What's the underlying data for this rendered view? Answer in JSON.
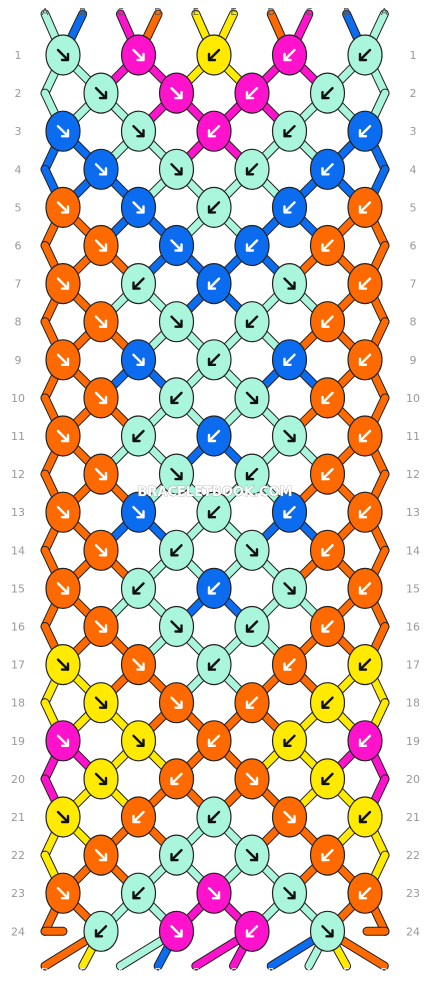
{
  "site_watermark": "BRACELETBOOK.COM",
  "colors": {
    "A": "#aaf6dc",
    "B": "#0b6cf0",
    "C": "#ff12cc",
    "D": "#ff6a00",
    "E": "#ffea00"
  },
  "top_strands": [
    "A",
    "B",
    "C",
    "D",
    "E",
    "E",
    "D",
    "C",
    "B",
    "A"
  ],
  "bottom_strands": [
    "D",
    "E",
    "A",
    "B",
    "C",
    "C",
    "B",
    "A",
    "E",
    "D"
  ],
  "row_labels": [
    "1",
    "2",
    "3",
    "4",
    "5",
    "6",
    "7",
    "8",
    "9",
    "10",
    "11",
    "12",
    "13",
    "14",
    "15",
    "16",
    "17",
    "18",
    "19",
    "20",
    "21",
    "22",
    "23",
    "24"
  ],
  "knot_rows": [
    [
      {
        "c": "A",
        "d": "se"
      },
      {
        "c": "C",
        "d": "se"
      },
      {
        "c": "E",
        "d": "sw"
      },
      {
        "c": "C",
        "d": "sw"
      },
      {
        "c": "A",
        "d": "sw"
      }
    ],
    [
      {
        "c": "A",
        "d": "se"
      },
      {
        "c": "C",
        "d": "se"
      },
      {
        "c": "C",
        "d": "sw"
      },
      {
        "c": "A",
        "d": "sw"
      }
    ],
    [
      {
        "c": "B",
        "d": "se"
      },
      {
        "c": "A",
        "d": "se"
      },
      {
        "c": "C",
        "d": "sw"
      },
      {
        "c": "A",
        "d": "sw"
      },
      {
        "c": "B",
        "d": "sw"
      }
    ],
    [
      {
        "c": "B",
        "d": "se"
      },
      {
        "c": "A",
        "d": "se"
      },
      {
        "c": "A",
        "d": "sw"
      },
      {
        "c": "B",
        "d": "sw"
      }
    ],
    [
      {
        "c": "D",
        "d": "se"
      },
      {
        "c": "B",
        "d": "se"
      },
      {
        "c": "A",
        "d": "sw"
      },
      {
        "c": "B",
        "d": "sw"
      },
      {
        "c": "D",
        "d": "sw"
      }
    ],
    [
      {
        "c": "D",
        "d": "se"
      },
      {
        "c": "B",
        "d": "se"
      },
      {
        "c": "B",
        "d": "sw"
      },
      {
        "c": "D",
        "d": "sw"
      }
    ],
    [
      {
        "c": "D",
        "d": "se"
      },
      {
        "c": "A",
        "d": "sw"
      },
      {
        "c": "B",
        "d": "sw"
      },
      {
        "c": "A",
        "d": "se"
      },
      {
        "c": "D",
        "d": "sw"
      }
    ],
    [
      {
        "c": "D",
        "d": "se"
      },
      {
        "c": "A",
        "d": "se"
      },
      {
        "c": "A",
        "d": "sw"
      },
      {
        "c": "D",
        "d": "sw"
      }
    ],
    [
      {
        "c": "D",
        "d": "se"
      },
      {
        "c": "B",
        "d": "se"
      },
      {
        "c": "A",
        "d": "sw"
      },
      {
        "c": "B",
        "d": "sw"
      },
      {
        "c": "D",
        "d": "sw"
      }
    ],
    [
      {
        "c": "D",
        "d": "se"
      },
      {
        "c": "A",
        "d": "sw"
      },
      {
        "c": "A",
        "d": "se"
      },
      {
        "c": "D",
        "d": "sw"
      }
    ],
    [
      {
        "c": "D",
        "d": "se"
      },
      {
        "c": "A",
        "d": "sw"
      },
      {
        "c": "B",
        "d": "sw"
      },
      {
        "c": "A",
        "d": "se"
      },
      {
        "c": "D",
        "d": "sw"
      }
    ],
    [
      {
        "c": "D",
        "d": "se"
      },
      {
        "c": "A",
        "d": "se"
      },
      {
        "c": "A",
        "d": "sw"
      },
      {
        "c": "D",
        "d": "sw"
      }
    ],
    [
      {
        "c": "D",
        "d": "se"
      },
      {
        "c": "B",
        "d": "se"
      },
      {
        "c": "A",
        "d": "sw"
      },
      {
        "c": "B",
        "d": "sw"
      },
      {
        "c": "D",
        "d": "sw"
      }
    ],
    [
      {
        "c": "D",
        "d": "se"
      },
      {
        "c": "A",
        "d": "sw"
      },
      {
        "c": "A",
        "d": "se"
      },
      {
        "c": "D",
        "d": "sw"
      }
    ],
    [
      {
        "c": "D",
        "d": "se"
      },
      {
        "c": "A",
        "d": "sw"
      },
      {
        "c": "B",
        "d": "sw"
      },
      {
        "c": "A",
        "d": "se"
      },
      {
        "c": "D",
        "d": "sw"
      }
    ],
    [
      {
        "c": "D",
        "d": "se"
      },
      {
        "c": "A",
        "d": "se"
      },
      {
        "c": "A",
        "d": "sw"
      },
      {
        "c": "D",
        "d": "sw"
      }
    ],
    [
      {
        "c": "E",
        "d": "se"
      },
      {
        "c": "D",
        "d": "se"
      },
      {
        "c": "A",
        "d": "sw"
      },
      {
        "c": "D",
        "d": "sw"
      },
      {
        "c": "E",
        "d": "sw"
      }
    ],
    [
      {
        "c": "E",
        "d": "se"
      },
      {
        "c": "D",
        "d": "se"
      },
      {
        "c": "D",
        "d": "sw"
      },
      {
        "c": "E",
        "d": "sw"
      }
    ],
    [
      {
        "c": "C",
        "d": "se"
      },
      {
        "c": "E",
        "d": "se"
      },
      {
        "c": "D",
        "d": "sw"
      },
      {
        "c": "E",
        "d": "sw"
      },
      {
        "c": "C",
        "d": "sw"
      }
    ],
    [
      {
        "c": "E",
        "d": "se"
      },
      {
        "c": "D",
        "d": "sw"
      },
      {
        "c": "D",
        "d": "se"
      },
      {
        "c": "E",
        "d": "sw"
      }
    ],
    [
      {
        "c": "E",
        "d": "se"
      },
      {
        "c": "D",
        "d": "sw"
      },
      {
        "c": "A",
        "d": "sw"
      },
      {
        "c": "D",
        "d": "se"
      },
      {
        "c": "E",
        "d": "sw"
      }
    ],
    [
      {
        "c": "D",
        "d": "se"
      },
      {
        "c": "A",
        "d": "sw"
      },
      {
        "c": "A",
        "d": "se"
      },
      {
        "c": "D",
        "d": "sw"
      }
    ],
    [
      {
        "c": "D",
        "d": "se"
      },
      {
        "c": "A",
        "d": "sw"
      },
      {
        "c": "C",
        "d": "se"
      },
      {
        "c": "A",
        "d": "se"
      },
      {
        "c": "D",
        "d": "sw"
      }
    ],
    [
      {
        "c": "A",
        "d": "sw"
      },
      {
        "c": "C",
        "d": "se"
      },
      {
        "c": "C",
        "d": "sw"
      },
      {
        "c": "A",
        "d": "se"
      }
    ]
  ]
}
